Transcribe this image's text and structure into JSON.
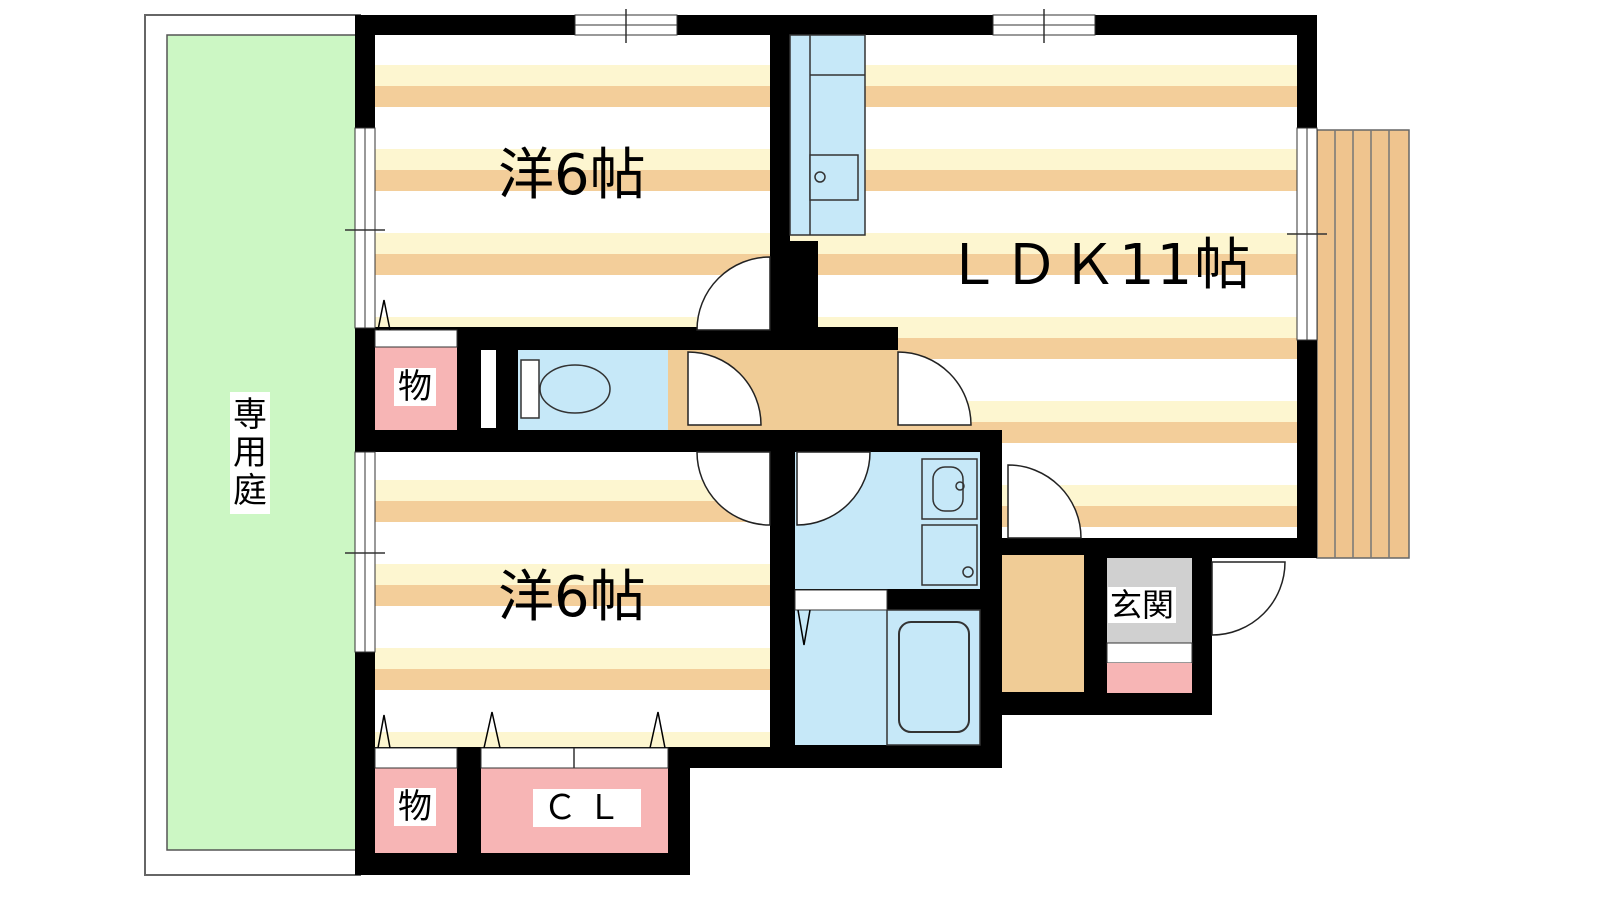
{
  "labels": {
    "room_top": "洋6帖",
    "room_bottom": "洋6帖",
    "ldk": "ＬＤＫ11帖",
    "storage_top": "物",
    "storage_bottom": "物",
    "closet": "ＣＬ",
    "garden": "専用庭",
    "entrance": "玄関"
  },
  "colors": {
    "wall": "#000000",
    "floor_stripe_light": "#FDF6D0",
    "floor_stripe_dark": "#F3CE9A",
    "garden": "#CCF7C4",
    "storage": "#F7B5B5",
    "wet_area": "#C6E8F8",
    "hall": "#F0CC96",
    "deck": "#EFC48E",
    "entrance_floor": "#D0D0D0"
  }
}
